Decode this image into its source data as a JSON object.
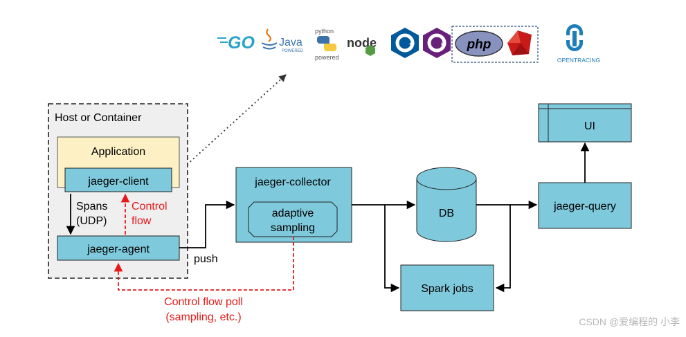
{
  "host": {
    "label": "Host or Container"
  },
  "application": {
    "label": "Application"
  },
  "client": {
    "label": "jaeger-client"
  },
  "agent": {
    "label": "jaeger-agent"
  },
  "spans": {
    "line1": "Spans",
    "line2": "(UDP)"
  },
  "control": {
    "line1": "Control",
    "line2": "flow"
  },
  "push": {
    "label": "push"
  },
  "collector": {
    "label": "jaeger-collector"
  },
  "adaptive": {
    "line1": "adaptive",
    "line2": "sampling"
  },
  "poll": {
    "line1": "Control flow poll",
    "line2": "(sampling, etc.)"
  },
  "db": {
    "label": "DB"
  },
  "spark": {
    "label": "Spark jobs"
  },
  "query": {
    "label": "jaeger-query"
  },
  "ui": {
    "label": "UI"
  },
  "logos": {
    "go": "GO",
    "java": "Java",
    "java_sub": "POWERED",
    "python_top": "python",
    "python_bottom": "powered",
    "node": "node",
    "php": "php",
    "opentracing": "OPENTRACING"
  },
  "watermark": "CSDN @爱编程的 小李",
  "colors": {
    "box_fill": "#7ec9dc",
    "app_fill": "#fcf0c4",
    "host_fill": "#efefef",
    "red": "#e81818"
  }
}
